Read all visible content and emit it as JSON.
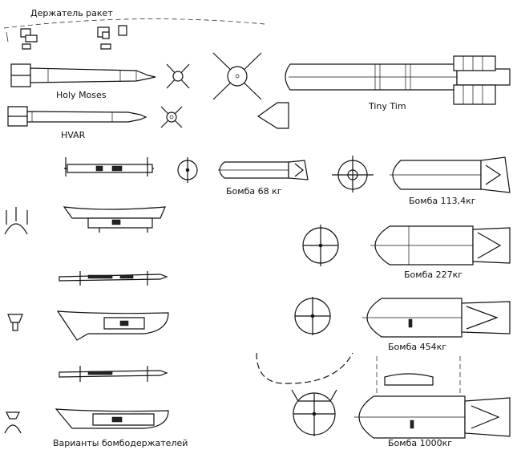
{
  "labels": {
    "rocket_holder": "Держатель ракет",
    "holy_moses": "Holy Moses",
    "hvar": "HVAR",
    "tiny_tim": "Tiny Tim",
    "bomb_68": "Бомба 68 кг",
    "bomb_113": "Бомба 113,4кг",
    "bomb_227": "Бомба 227кг",
    "bomb_454": "Бомба 454кг",
    "bomb_1000": "Бомба 1000кг",
    "holder_variants": "Варианты бомбодержателей"
  }
}
